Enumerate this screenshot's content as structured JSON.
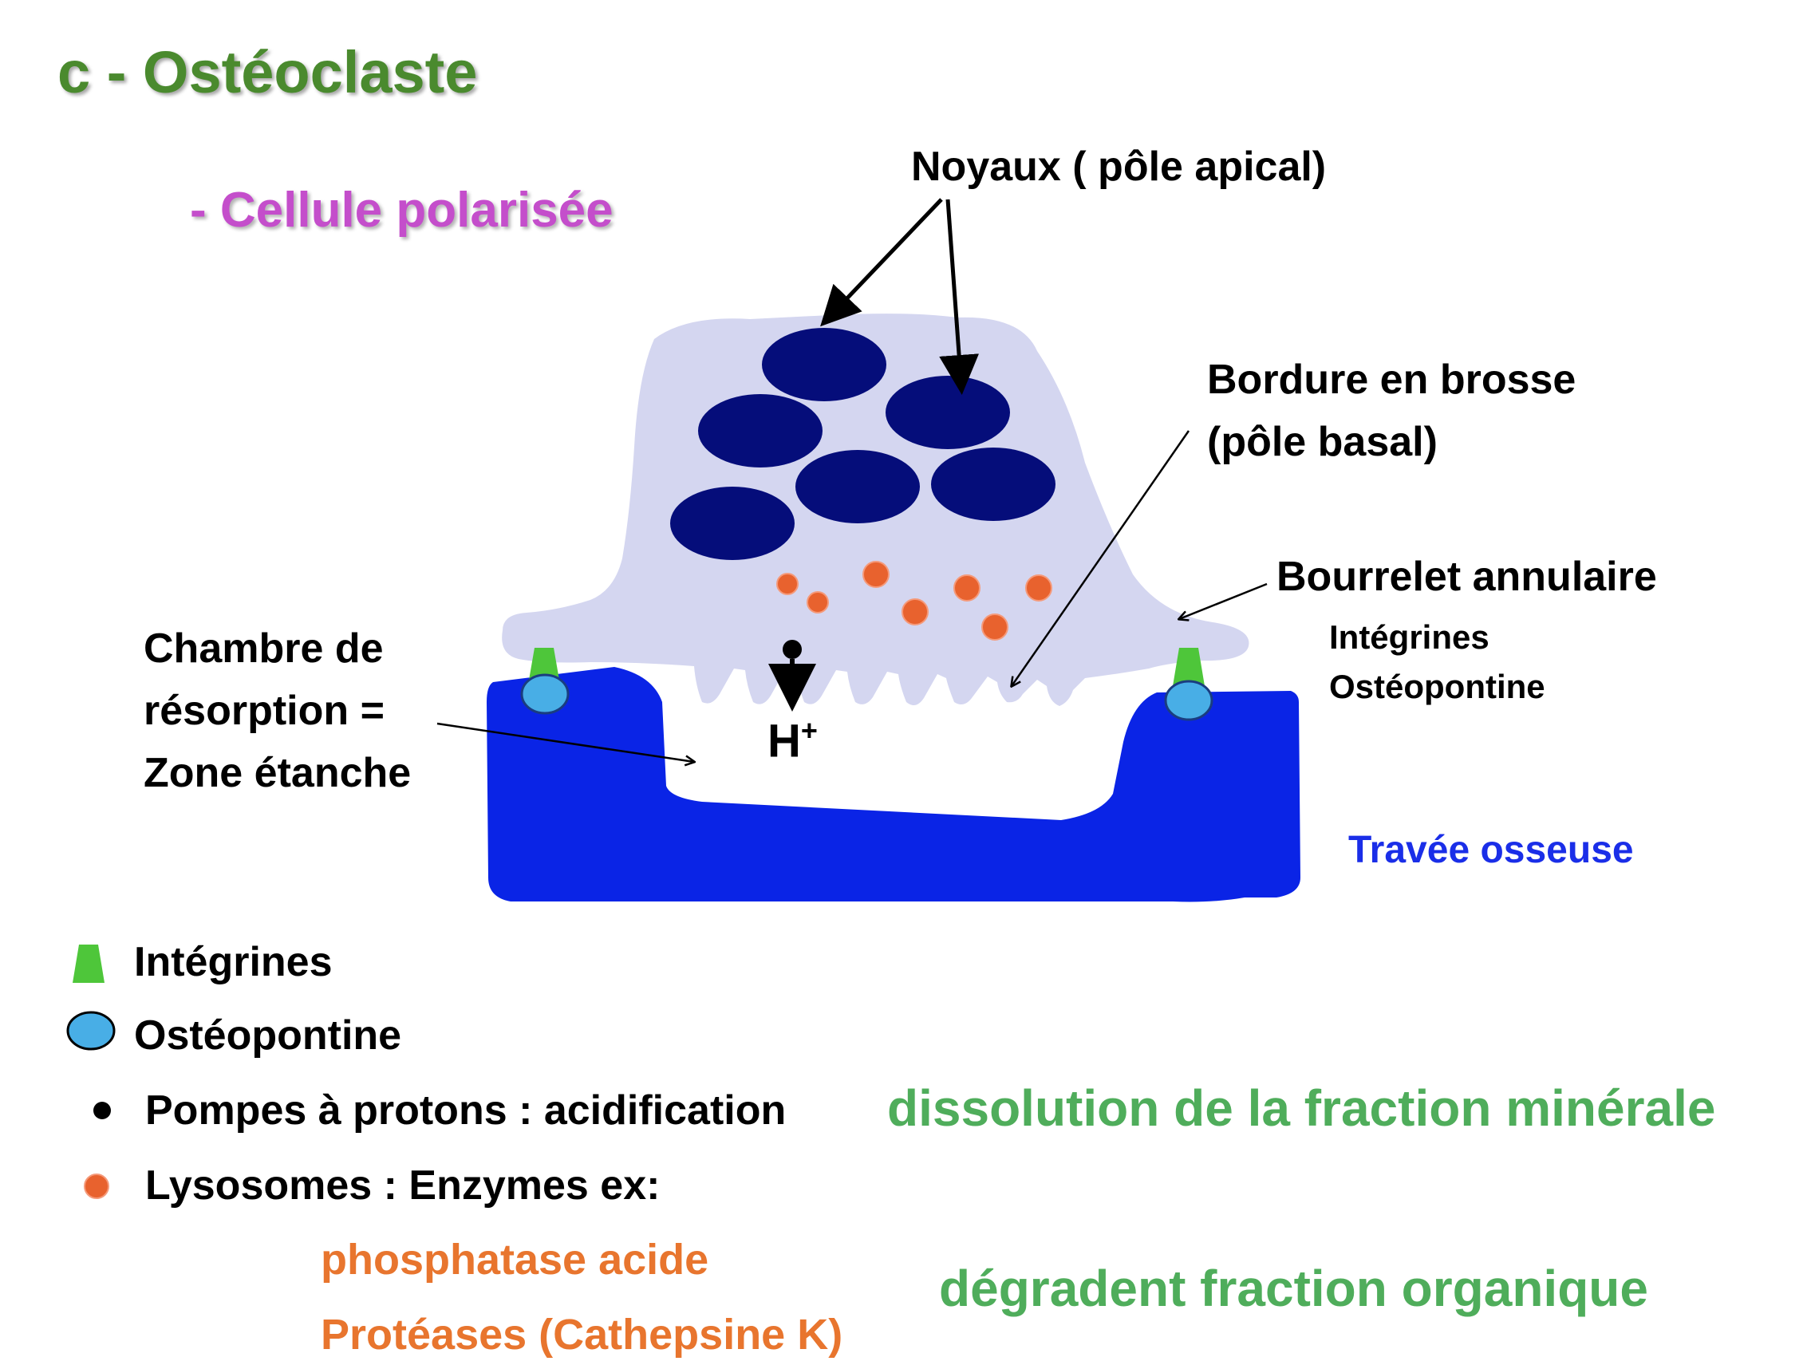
{
  "title": "c - Ostéoclaste",
  "subtitle": "- Cellule polarisée",
  "labels": {
    "noyaux": "Noyaux ( pôle apical)",
    "bordure_line1": "Bordure en brosse",
    "bordure_line2": "(pôle basal)",
    "bourrelet": "Bourrelet annulaire",
    "integrines": "Intégrines",
    "osteopontine": "Ostéopontine",
    "chambre_line1": "Chambre de",
    "chambre_line2": "résorption =",
    "chambre_line3": "Zone étanche",
    "h_plus": "H",
    "h_plus_sup": "+",
    "travee": "Travée osseuse"
  },
  "legend": [
    {
      "icon": "integrine-icon",
      "label": "Intégrines"
    },
    {
      "icon": "osteopontine-icon",
      "label": "Ostéopontine"
    },
    {
      "icon": "proton-pump-icon",
      "label": "Pompes à protons : acidification"
    },
    {
      "icon": "lysosome-icon",
      "label": "Lysosomes : Enzymes  ex:"
    }
  ],
  "enzymes": [
    "phosphatase acide",
    "Protéases (Cathepsine K)"
  ],
  "notes": {
    "mineral": "dissolution de la  fraction minérale",
    "organic": "dégradent fraction organique"
  },
  "colors": {
    "title": "#4a8a2e",
    "subtitle": "#c44ecb",
    "cell": "#d4d6f0",
    "nucleus": "#050d7a",
    "bone": "#0a24e6",
    "integrine": "#4ec63a",
    "osteopontine": "#48aee6",
    "lysosome": "#e8622e",
    "enzyme_text": "#e8752e",
    "note_text": "#4fad5b",
    "travee_text": "#1a2ee8"
  }
}
